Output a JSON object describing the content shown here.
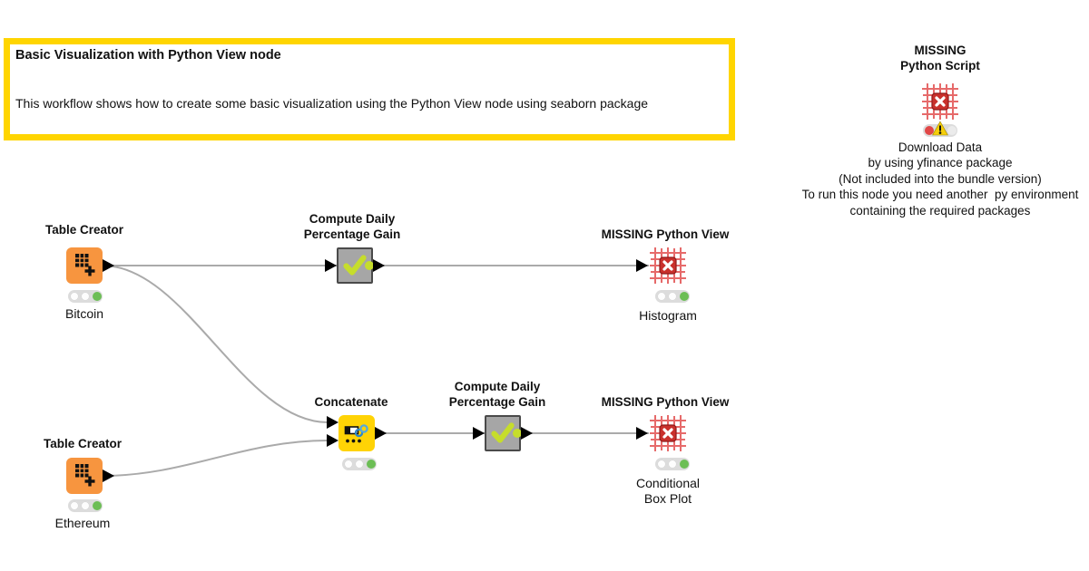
{
  "annotation": {
    "title": "Basic Visualization with Python View node",
    "body": "This workflow shows how to create some basic visualization using the Python View node using seaborn package"
  },
  "script_node": {
    "title_line1": "MISSING",
    "title_line2": "Python Script",
    "desc_line1": "Download Data",
    "desc_line2": "by using yfinance package",
    "desc_line3": "(Not included into the bundle version)",
    "desc_line4": "To run this node you need another  py environment",
    "desc_line5": "containing the required packages"
  },
  "nodes": {
    "bitcoin": {
      "title": "Table Creator",
      "label": "Bitcoin"
    },
    "ethereum": {
      "title": "Table Creator",
      "label": "Ethereum"
    },
    "compute_top": {
      "title_line1": "Compute Daily",
      "title_line2": "Percentage Gain"
    },
    "compute_bottom": {
      "title_line1": "Compute Daily",
      "title_line2": "Percentage Gain"
    },
    "histogram": {
      "title": "MISSING Python View",
      "label": "Histogram"
    },
    "boxplot": {
      "title": "MISSING Python View",
      "label_line1": "Conditional",
      "label_line2": "Box Plot"
    },
    "concatenate": {
      "title": "Concatenate"
    }
  },
  "icons": {
    "table_creator": "table-plus-icon",
    "concatenate": "chain-link-icon",
    "component": "checkmark-icon",
    "missing": "red-hatch-x-icon",
    "warning": "warning-triangle-icon"
  },
  "colors": {
    "annotation_border": "#FFD500",
    "table_creator_node": "#F7953F",
    "concatenate_node": "#FFD305",
    "component_fill": "#A6A6A6",
    "component_border": "#4A4A4A",
    "check_green": "#C6DD2B",
    "wire_gray": "#AAAAAA",
    "traffic_green": "#6CBE55",
    "traffic_red": "#E14747",
    "missing_icon_red": "#C9302C",
    "hatch_red": "#E66A6A",
    "warning_yellow": "#F5CE0A"
  }
}
